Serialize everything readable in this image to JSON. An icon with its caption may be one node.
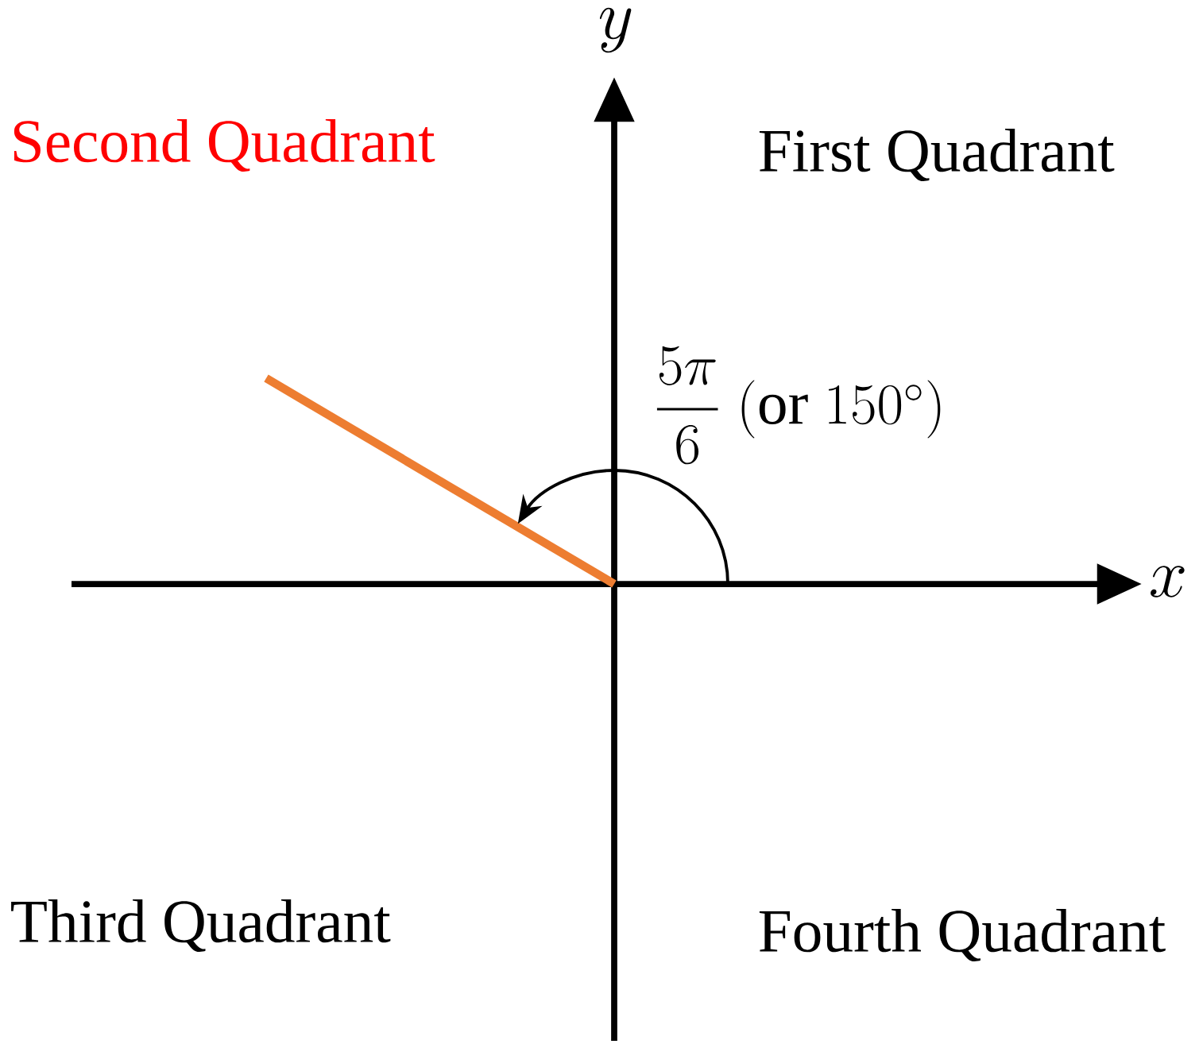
{
  "diagram": {
    "labels": [
      "y",
      "Second Quadrant",
      "First Quadrant",
      "\\dfrac{5\\pi}{6}\\ (\\mathrm{or}\\ 150^{\\circ})",
      "x",
      "Third Quadrant",
      "Fourth Quadrant"
    ]
  }
}
